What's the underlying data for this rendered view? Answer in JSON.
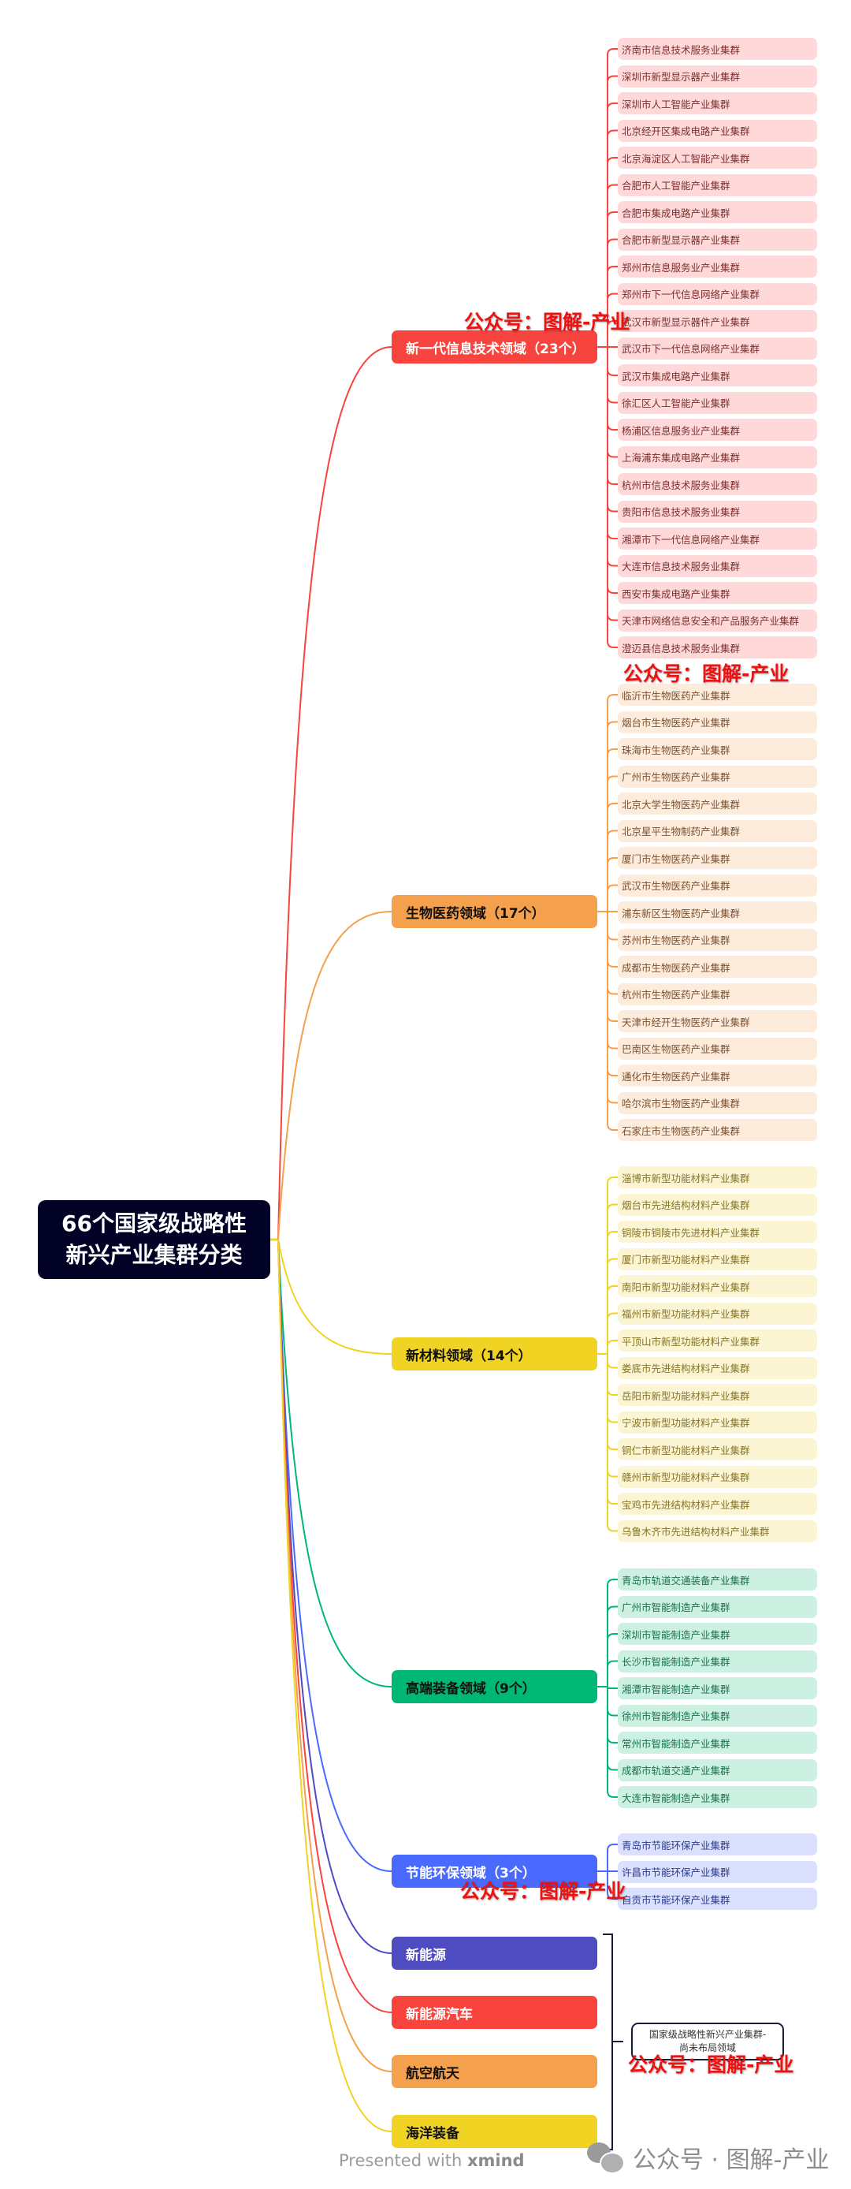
{
  "root": {
    "line1": "66个国家级战略性",
    "line2": "新兴产业集群分类"
  },
  "branches": [
    {
      "label": "新一代信息技术领域（23个）",
      "color": "#F8443E",
      "text_color": "#ffffff",
      "item_bg": "#FFD9D9",
      "item_text": "#7a2f2f",
      "items": [
        "济南市信息技术服务业集群",
        "深圳市新型显示器产业集群",
        "深圳市人工智能产业集群",
        "北京经开区集成电路产业集群",
        "北京海淀区人工智能产业集群",
        "合肥市人工智能产业集群",
        "合肥市集成电路产业集群",
        "合肥市新型显示器产业集群",
        "郑州市信息服务业产业集群",
        "郑州市下一代信息网络产业集群",
        "武汉市新型显示器件产业集群",
        "武汉市下一代信息网络产业集群",
        "武汉市集成电路产业集群",
        "徐汇区人工智能产业集群",
        "杨浦区信息服务业产业集群",
        "上海浦东集成电路产业集群",
        "杭州市信息技术服务业集群",
        "贵阳市信息技术服务业集群",
        "湘潭市下一代信息网络产业集群",
        "大连市信息技术服务业集群",
        "西安市集成电路产业集群",
        "天津市网络信息安全和产品服务产业集群",
        "澄迈县信息技术服务业集群"
      ]
    },
    {
      "label": "生物医药领域（17个）",
      "color": "#F5A04D",
      "text_color": "#111111",
      "item_bg": "#FDEBDB",
      "item_text": "#7a5232",
      "items": [
        "临沂市生物医药产业集群",
        "烟台市生物医药产业集群",
        "珠海市生物医药产业集群",
        "广州市生物医药产业集群",
        "北京大学生物医药产业集群",
        "北京星平生物制药产业集群",
        "厦门市生物医药产业集群",
        "武汉市生物医药产业集群",
        "浦东新区生物医药产业集群",
        "苏州市生物医药产业集群",
        "成都市生物医药产业集群",
        "杭州市生物医药产业集群",
        "天津市经开生物医药产业集群",
        "巴南区生物医药产业集群",
        "通化市生物医药产业集群",
        "哈尔滨市生物医药产业集群",
        "石家庄市生物医药产业集群"
      ]
    },
    {
      "label": "新材料领域（14个）",
      "color": "#F0D323",
      "text_color": "#111111",
      "item_bg": "#FCF5D3",
      "item_text": "#857528",
      "items": [
        "淄博市新型功能材料产业集群",
        "烟台市先进结构材料产业集群",
        "铜陵市铜陵市先进材料产业集群",
        "厦门市新型功能材料产业集群",
        "南阳市新型功能材料产业集群",
        "福州市新型功能材料产业集群",
        "平顶山市新型功能材料产业集群",
        "娄底市先进结构材料产业集群",
        "岳阳市新型功能材料产业集群",
        "宁波市新型功能材料产业集群",
        "铜仁市新型功能材料产业集群",
        "赣州市新型功能材料产业集群",
        "宝鸡市先进结构材料产业集群",
        "乌鲁木齐市先进结构材料产业集群"
      ]
    },
    {
      "label": "高端装备领域（9个）",
      "color": "#00B876",
      "text_color": "#111111",
      "item_bg": "#CCF1E2",
      "item_text": "#1d7050",
      "items": [
        "青岛市轨道交通装备产业集群",
        "广州市智能制造产业集群",
        "深圳市智能制造产业集群",
        "长沙市智能制造产业集群",
        "湘潭市智能制造产业集群",
        "徐州市智能制造产业集群",
        "常州市智能制造产业集群",
        "成都市轨道交通产业集群",
        "大连市智能制造产业集群"
      ]
    },
    {
      "label": "节能环保领域（3个）",
      "color": "#4A69FF",
      "text_color": "#ffffff",
      "item_bg": "#DAE0FD",
      "item_text": "#2b3a8a",
      "items": [
        "青岛市节能环保产业集群",
        "许昌市节能环保产业集群",
        "自贡市节能环保产业集群"
      ]
    },
    {
      "label": "新能源",
      "color": "#4F4BC0",
      "text_color": "#ffffff",
      "items": []
    },
    {
      "label": "新能源汽车",
      "color": "#F9443E",
      "text_color": "#ffffff",
      "items": []
    },
    {
      "label": "航空航天",
      "color": "#F5A04D",
      "text_color": "#111111",
      "items": []
    },
    {
      "label": "海洋装备",
      "color": "#F0D323",
      "text_color": "#111111",
      "items": []
    }
  ],
  "note": {
    "line1": "国家级战略性新兴产业集群-",
    "line2": "尚未布局领域"
  },
  "watermark": "公众号：图解-产业",
  "credit": {
    "prefix": "Presented with ",
    "brand": "xmind"
  },
  "wechat_watermark": "公众号 · 图解-产业"
}
